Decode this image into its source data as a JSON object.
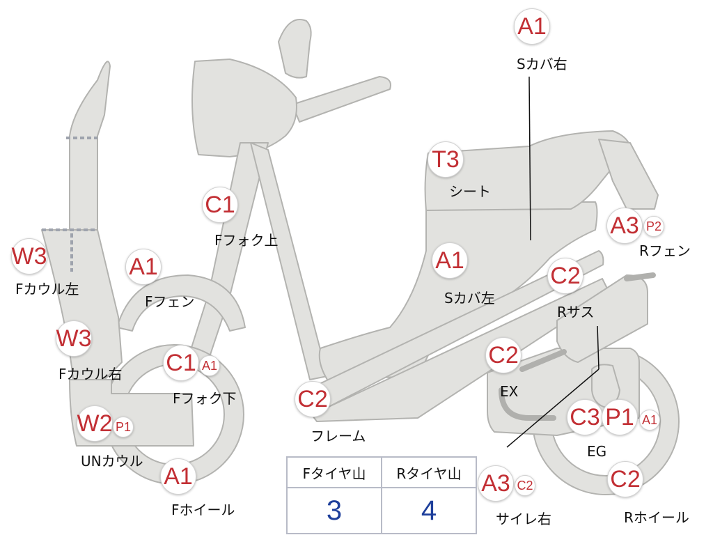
{
  "colors": {
    "part_fill": "#e2e2df",
    "part_stroke": "#b3b3b0",
    "badge_text": "#c22f34",
    "tyre_value": "#1e3f9b",
    "table_border": "#b8bbc7"
  },
  "parts": {
    "s_cover_right": {
      "grade": "A1",
      "label": "Sカバ右"
    },
    "seat": {
      "grade": "T3",
      "label": "シート"
    },
    "r_fender": {
      "grade": "A3",
      "sub": "P2",
      "label": "Rフェン"
    },
    "f_fork_upper": {
      "grade": "C1",
      "label": "Fフォク上"
    },
    "f_cowl_left": {
      "grade": "W3",
      "label": "Fカウル左"
    },
    "f_fender": {
      "grade": "A1",
      "label": "Fフェン"
    },
    "s_cover_left": {
      "grade": "A1",
      "label": "Sカバ左"
    },
    "r_suspension": {
      "grade": "C2",
      "label": "Rサス"
    },
    "f_cowl_right": {
      "grade": "W3",
      "label": "Fカウル右"
    },
    "f_fork_lower": {
      "grade": "C1",
      "sub": "A1",
      "label": "Fフォク下"
    },
    "exhaust": {
      "grade": "C2",
      "label": "EX"
    },
    "frame": {
      "grade": "C2",
      "label": "フレーム"
    },
    "under_cowl": {
      "grade": "W2",
      "sub": "P1",
      "label": "UNカウル"
    },
    "engine": {
      "grade": "C3",
      "grade2": "P1",
      "sub": "A1",
      "label": "EG"
    },
    "f_wheel": {
      "grade": "A1",
      "label": "Fホイール"
    },
    "silencer_right": {
      "grade": "A3",
      "sub": "C2",
      "label": "サイレ右"
    },
    "r_wheel": {
      "grade": "C2",
      "label": "Rホイール"
    }
  },
  "tyre_table": {
    "front_header": "Fタイヤ山",
    "rear_header": "Rタイヤ山",
    "front_value": "3",
    "rear_value": "4"
  }
}
